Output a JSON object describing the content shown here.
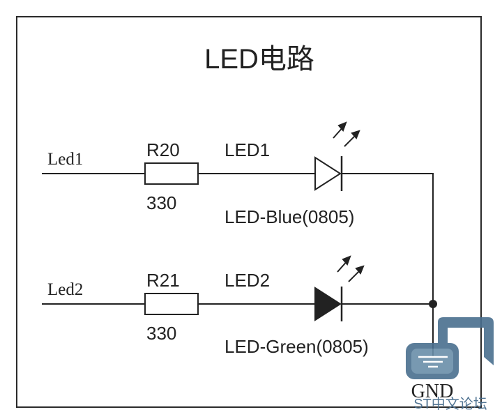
{
  "title": "LED电路",
  "rows": [
    {
      "net_label": "Led1",
      "resistor_ref": "R20",
      "resistor_value": "330",
      "led_ref": "LED1",
      "led_part": "LED-Blue(0805)",
      "led_filled": false
    },
    {
      "net_label": "Led2",
      "resistor_ref": "R21",
      "resistor_value": "330",
      "led_ref": "LED2",
      "led_part": "LED-Green(0805)",
      "led_filled": true
    }
  ],
  "ground_label": "GND",
  "watermark": {
    "text": "ST中文论坛",
    "color": "#4a6f8f"
  }
}
